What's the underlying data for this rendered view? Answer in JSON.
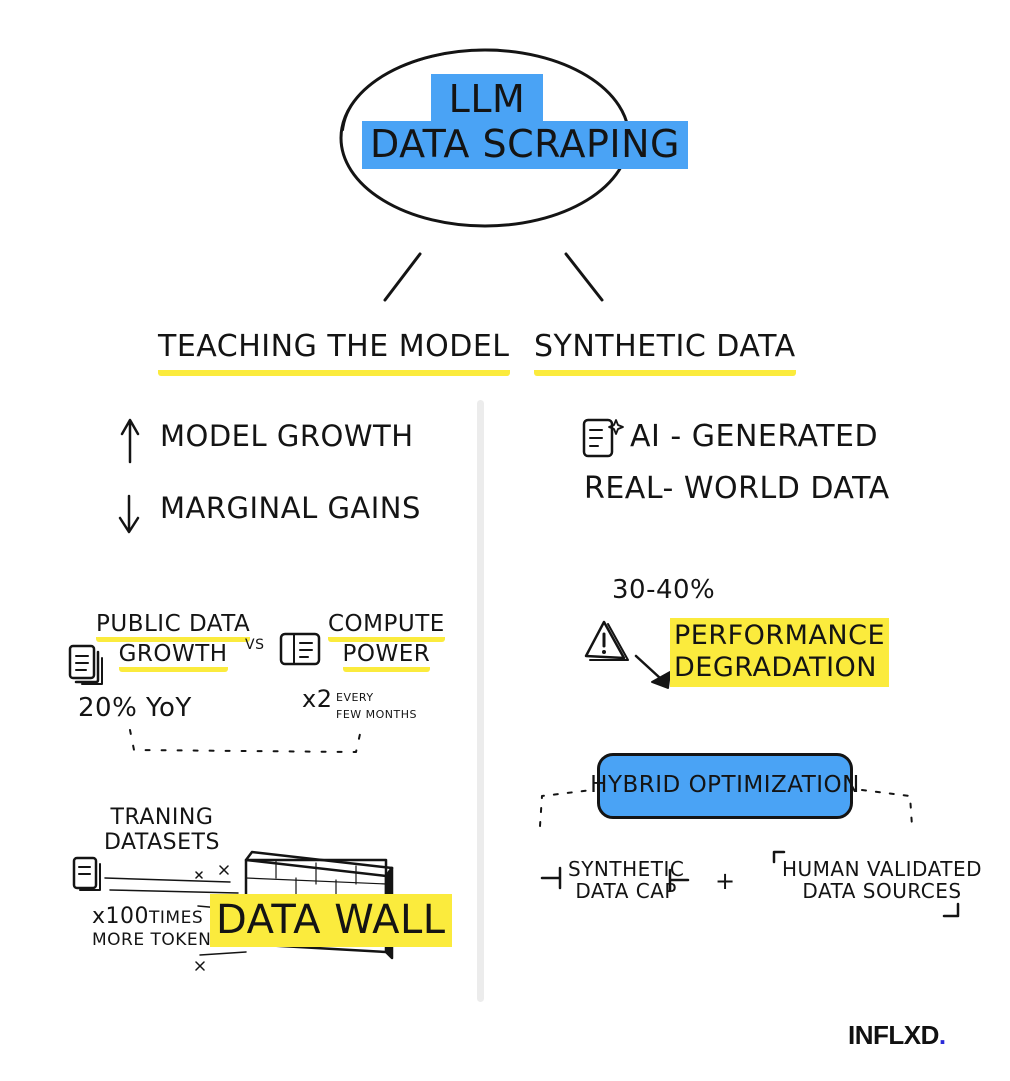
{
  "title": {
    "line1": "LLM",
    "line2": "DATA SCRAPING"
  },
  "left": {
    "heading": "TEACHING THE MODEL",
    "model_growth": "MODEL GROWTH",
    "marginal_gains": "MARGINAL GAINS",
    "public_data_line1": "PUBLIC DATA",
    "public_data_line2": "GROWTH",
    "vs": "VS",
    "compute_line1": "COMPUTE",
    "compute_line2": "POWER",
    "yoy": "20% YoY",
    "x2": "x2",
    "every_line1": "EVERY",
    "every_line2": "FEW MONTHS",
    "training_line1": "TRANING",
    "training_line2": "DATASETS",
    "x100": "x100",
    "times": "TIMES",
    "more_tokens": "MORE TOKENS",
    "data_wall": "DATA WALL"
  },
  "right": {
    "heading": "SYNTHETIC DATA",
    "ai_generated": "AI - GENERATED",
    "real_world": "REAL- WORLD DATA",
    "percent": "30-40%",
    "performance_line1": "PERFORMANCE",
    "performance_line2": "DEGRADATION",
    "hybrid": "HYBRID OPTIMIZATION",
    "synthetic_cap_line1": "SYNTHETIC",
    "synthetic_cap_line2": "DATA CAP",
    "plus": "+",
    "human_line1": "HUMAN VALIDATED",
    "human_line2": "DATA SOURCES"
  },
  "logo": {
    "text": "INFLXD",
    "dot": "."
  },
  "colors": {
    "blue": "#4aa3f5",
    "yellow": "#fbeb3d",
    "ink": "#141414",
    "logo_dot": "#2b2bd9"
  },
  "icons": [
    "arrow-up-icon",
    "arrow-down-icon",
    "document-stack-icon",
    "browser-window-icon",
    "ai-document-icon",
    "warning-triangle-icon",
    "arrow-pointer-icon"
  ]
}
